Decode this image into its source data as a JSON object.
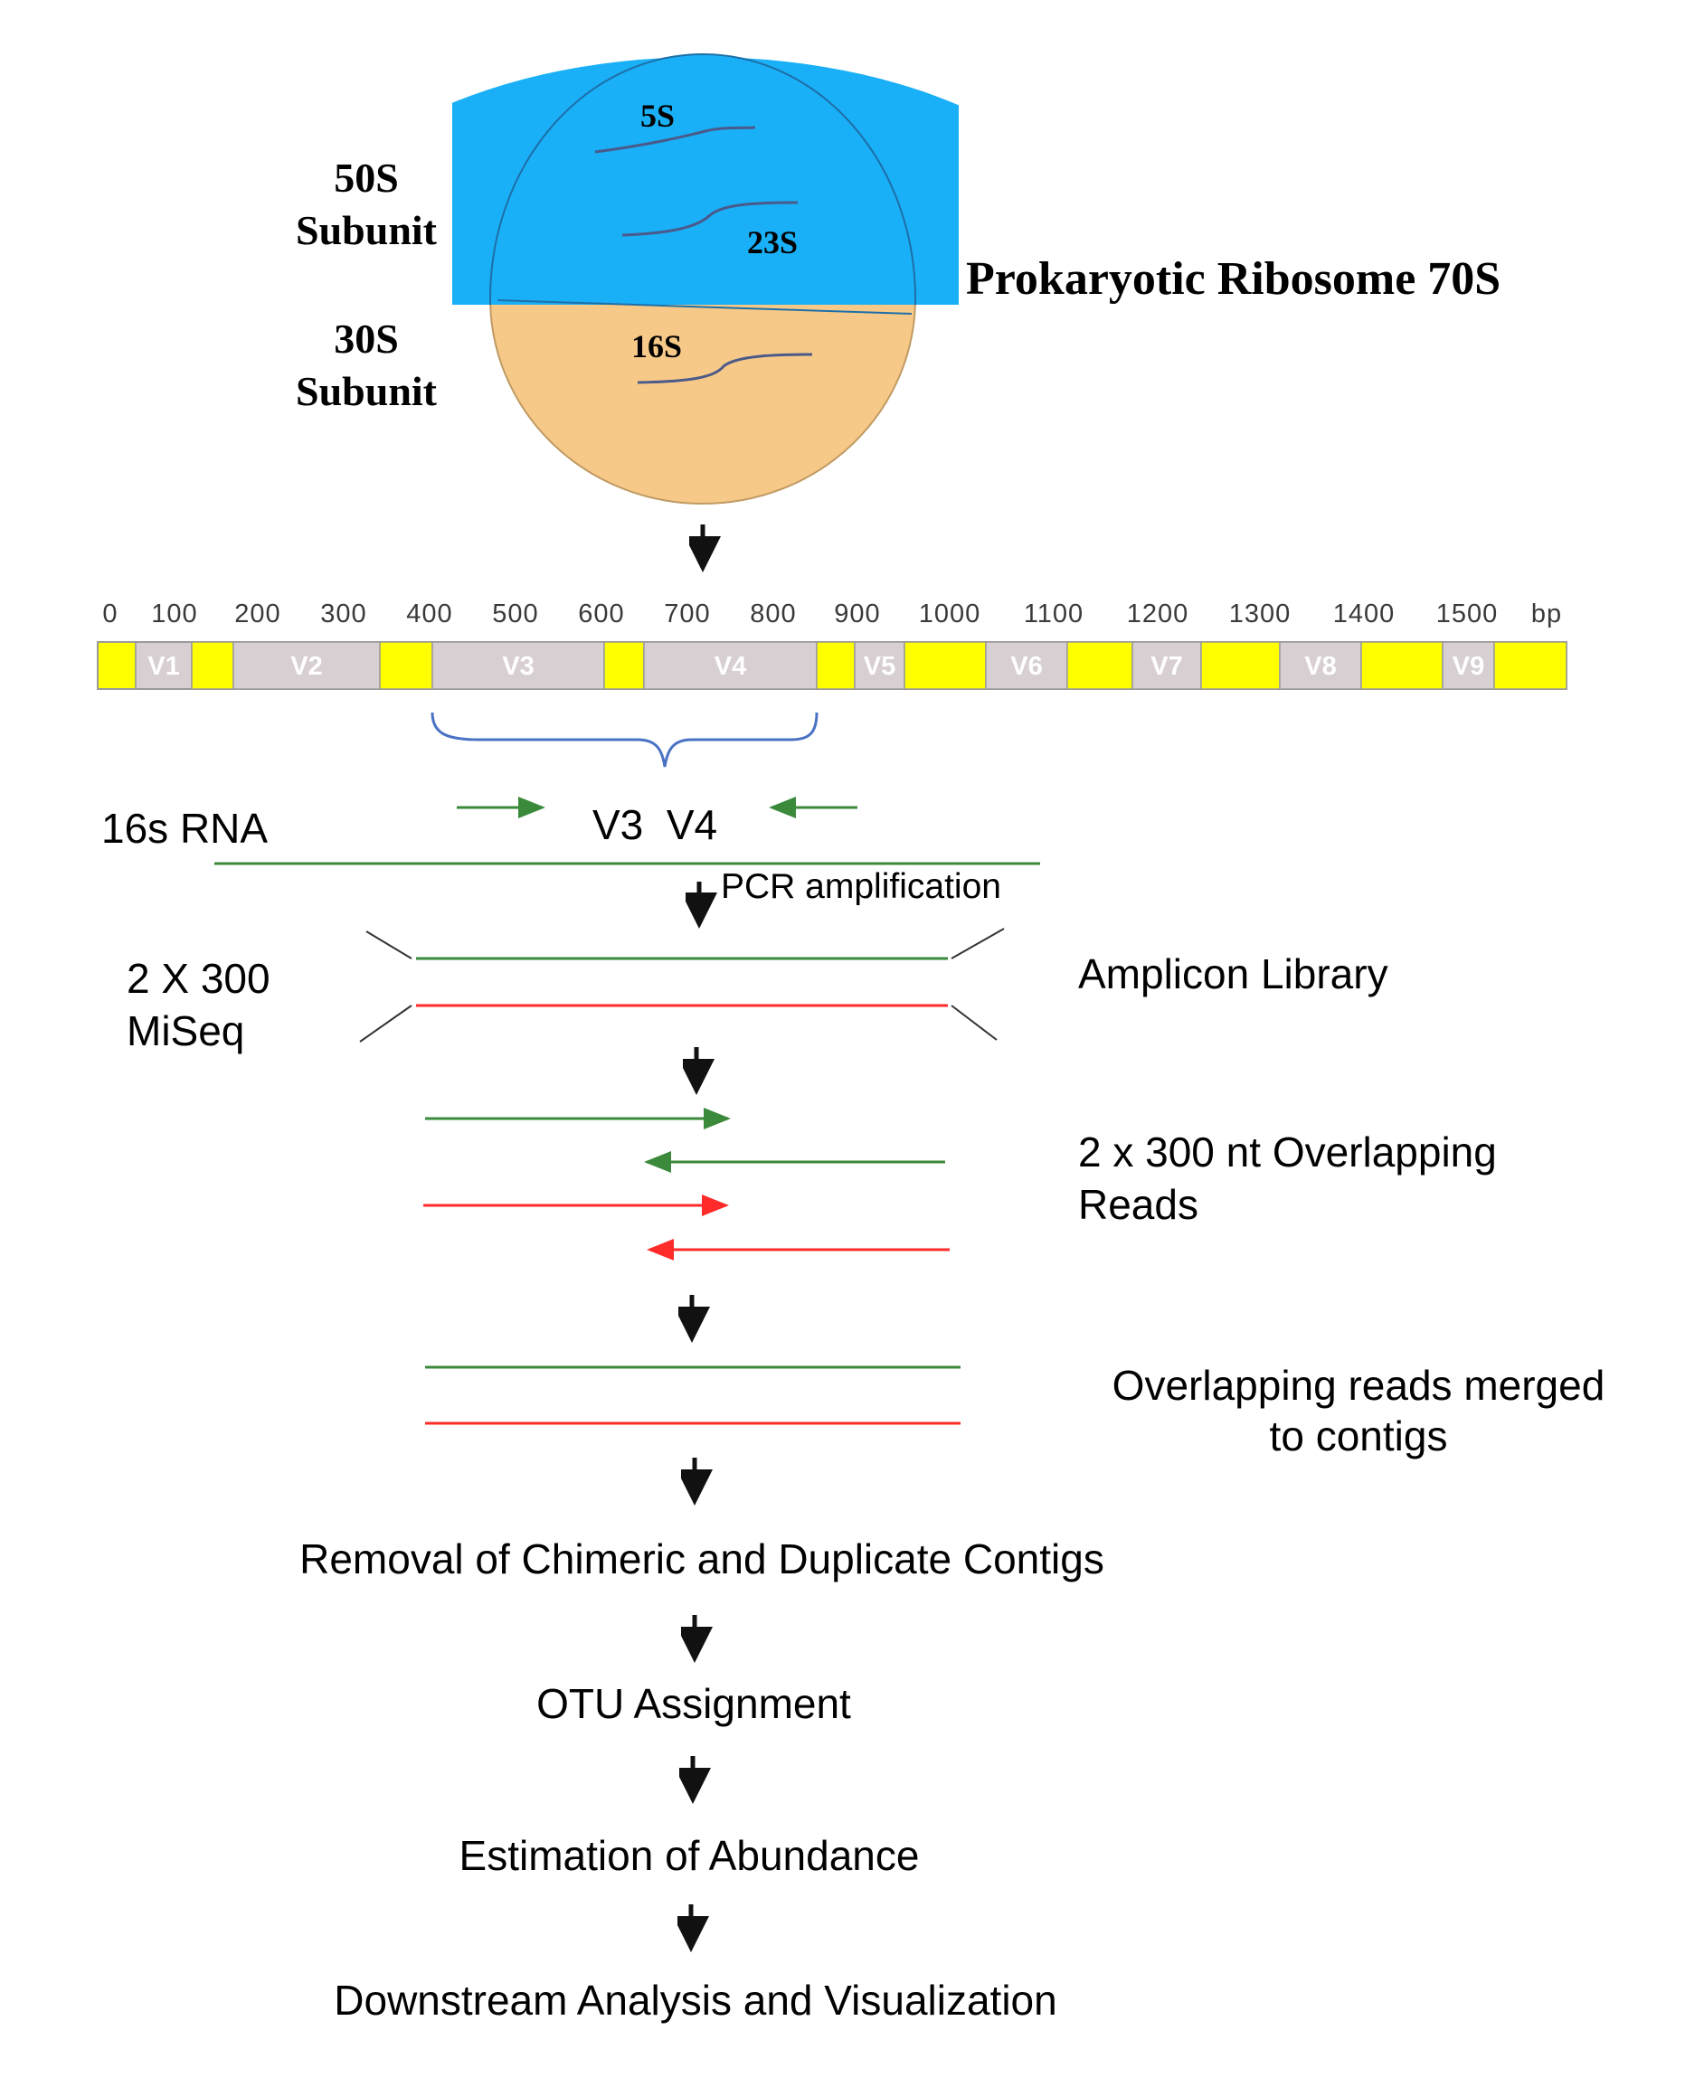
{
  "ribosome": {
    "title": "Prokaryotic Ribosome 70S",
    "large_subunit": {
      "line1": "50S",
      "line2": "Subunit",
      "color": "#1ab0f7"
    },
    "small_subunit": {
      "line1": "30S",
      "line2": "Subunit",
      "color": "#f7c988"
    },
    "rrna": {
      "r5s": "5S",
      "r23s": "23S",
      "r16s": "16S"
    }
  },
  "gene_map": {
    "scale_labels": [
      "0",
      "100",
      "200",
      "300",
      "400",
      "500",
      "600",
      "700",
      "800",
      "900",
      "1000",
      "1100",
      "1200",
      "1300",
      "1400",
      "1500"
    ],
    "unit": "bp",
    "regions": [
      "V1",
      "V2",
      "V3",
      "V4",
      "V5",
      "V6",
      "V7",
      "V8",
      "V9"
    ],
    "conserved_color": "#ffff00",
    "variable_color": "#d8cfd2"
  },
  "amplification": {
    "rna_label": "16s RNA",
    "target_label": "V3  V4",
    "pcr_label": "PCR amplification"
  },
  "library": {
    "platform_line1": "2 X 300",
    "platform_line2": "MiSeq",
    "label": "Amplicon Library"
  },
  "reads": {
    "line1": "2 x 300 nt Overlapping",
    "line2": "Reads"
  },
  "merge": {
    "line1": "Overlapping reads merged",
    "line2": "to contigs"
  },
  "steps": {
    "removal": "Removal of Chimeric and Duplicate Contigs",
    "otu": "OTU Assignment",
    "abundance": "Estimation of Abundance",
    "downstream": "Downstream Analysis and Visualization"
  },
  "colors": {
    "green": "#3b8a3b",
    "red": "#ff2b2b",
    "brace": "#4a72c4"
  }
}
